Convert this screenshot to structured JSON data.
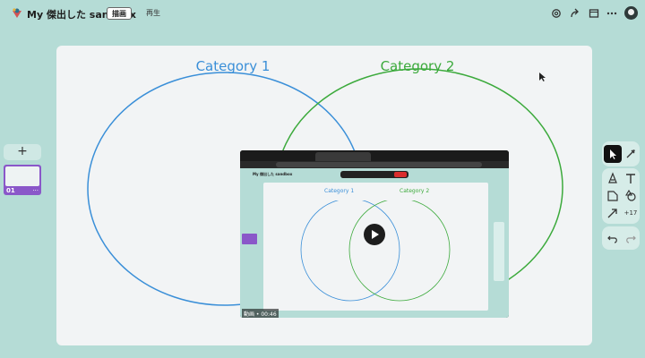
{
  "app": {
    "title": "My 傑出した sandbox",
    "tabs": [
      {
        "label": "描画",
        "active": true
      },
      {
        "label": "再生",
        "active": false
      }
    ]
  },
  "topbar_icons": [
    "settings-icon",
    "share-icon",
    "present-icon",
    "more-icon"
  ],
  "sidebar": {
    "add_label": "+",
    "slides": [
      {
        "number": "01",
        "more": "···",
        "selected": true
      }
    ]
  },
  "canvas": {
    "categories": [
      {
        "label": "Category 1",
        "color": "#3a8fd8"
      },
      {
        "label": "Category 2",
        "color": "#3caa3c"
      }
    ]
  },
  "tools": {
    "selected": "select",
    "items": [
      "select-icon",
      "laser-icon",
      "pen-icon",
      "text-icon",
      "sticky-icon",
      "shape-icon",
      "arrow-icon"
    ],
    "more_label": "+17",
    "undo": "undo-icon",
    "redo": "redo-icon"
  },
  "video": {
    "label": "動画 • 00:46",
    "inner_title": "My 傑出した sandbox",
    "inner_categories": [
      "Category 1",
      "Category 2"
    ]
  },
  "colors": {
    "background": "#b5dcd6",
    "canvas": "#f2f4f5",
    "accent_purple": "#8a57c9",
    "category1": "#3a8fd8",
    "category2": "#3caa3c"
  }
}
